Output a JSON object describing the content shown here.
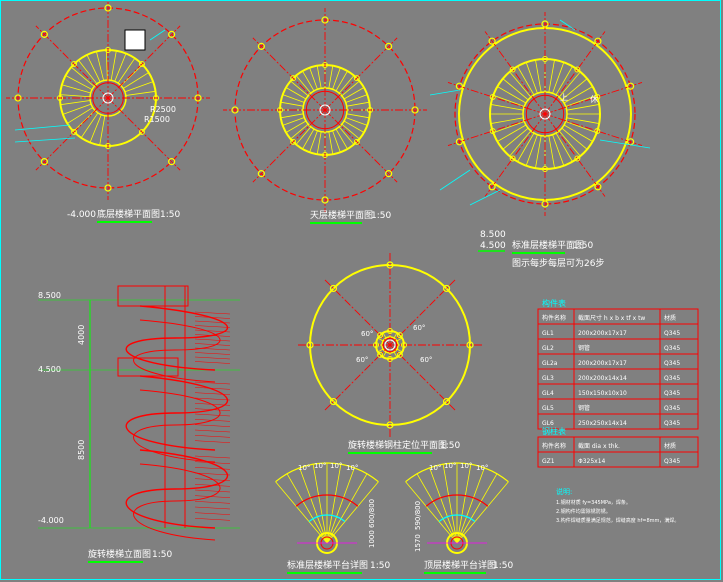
{
  "plans": {
    "bottom": {
      "elevation": "-4.000",
      "title": "底层楼梯平面图",
      "scale": "1:50",
      "dims": [
        "R1500",
        "R2500"
      ]
    },
    "top": {
      "title": "天层楼梯平面图",
      "scale": "1:50"
    },
    "standard": {
      "elevations": [
        "8.500",
        "4.500"
      ],
      "title": "标准层楼梯平面图",
      "scale": "1:50",
      "note": "图示每步每层可为26步",
      "dir_label": "上",
      "center_label": "休"
    }
  },
  "elevation_view": {
    "title": "旋转楼梯立面图",
    "scale": "1:50",
    "levels": [
      "8.500",
      "4.500",
      "-4.000"
    ],
    "dims": [
      "4000",
      "8500"
    ]
  },
  "column_plan": {
    "title": "旋转楼梯钢柱定位平面图",
    "scale": "1:50",
    "angles": [
      "60°",
      "60°",
      "60°",
      "60°"
    ]
  },
  "details": {
    "standard": {
      "title": "标准层楼梯平台详图",
      "scale": "1:50",
      "angles": [
        "10°",
        "10°",
        "10°",
        "10°"
      ],
      "dim": "1000 600/800"
    },
    "top": {
      "title": "顶层楼梯平台详图",
      "scale": "1:50",
      "angles": [
        "10°",
        "10°",
        "10°",
        "10°"
      ],
      "dims": [
        "590/800",
        "1570"
      ]
    }
  },
  "member_table": {
    "title": "构件表",
    "headers": [
      "构件名称",
      "截面尺寸 h x b x tf x tw",
      "材质"
    ],
    "rows": [
      [
        "GL1",
        "200x200x17x17",
        "Q345"
      ],
      [
        "GL2",
        "钢管",
        "Q345"
      ],
      [
        "GL2a",
        "200x200x17x17",
        "Q345"
      ],
      [
        "GL3",
        "200x200x14x14",
        "Q345"
      ],
      [
        "GL4",
        "150x150x10x10",
        "Q345"
      ],
      [
        "GL5",
        "钢管",
        "Q345"
      ],
      [
        "GL6",
        "250x250x14x14",
        "Q345"
      ]
    ]
  },
  "column_table": {
    "title": "钢柱表",
    "headers": [
      "构件名称",
      "截面 dia x thk.",
      "材质"
    ],
    "rows": [
      [
        "GZ1",
        "Φ325x14",
        "Q345"
      ]
    ]
  },
  "notes": {
    "title": "说明:",
    "lines": [
      "1.钢材材质 fy=345MPa，焊条。",
      "2.钢构件均需除锈防锈。",
      "3.构件焊缝质量满足规范，焊缝高度 hf=8mm，满焊。"
    ]
  },
  "colors": {
    "background": "#808080",
    "red": "#ff0000",
    "yellow": "#ffff00",
    "green": "#00ff00",
    "cyan": "#00ffff",
    "white": "#ffffff",
    "magenta": "#ff00ff"
  }
}
